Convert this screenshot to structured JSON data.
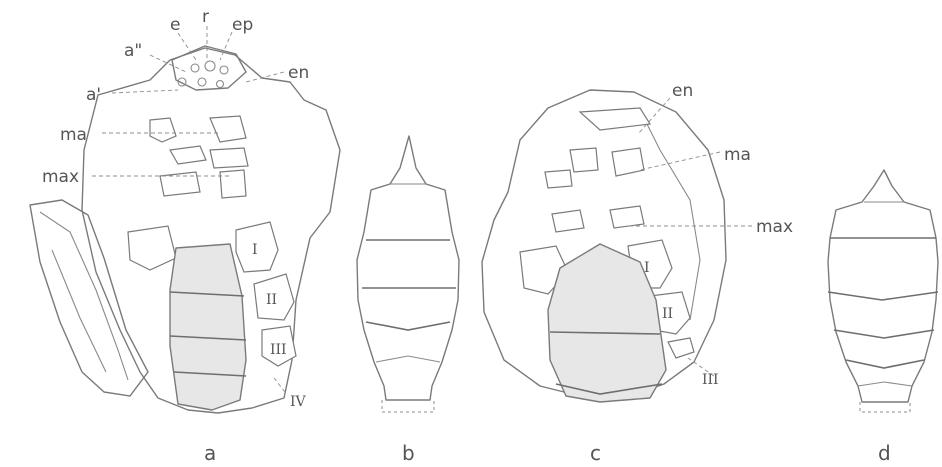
{
  "figure": {
    "panels": [
      {
        "id": "a",
        "caption": "a"
      },
      {
        "id": "b",
        "caption": "b"
      },
      {
        "id": "c",
        "caption": "c"
      },
      {
        "id": "d",
        "caption": "d"
      }
    ],
    "panel_a_labels": {
      "e": "e",
      "r": "r",
      "ep": "ep",
      "a2": "a\"",
      "en": "en",
      "a1": "a'",
      "ma": "ma",
      "max": "max",
      "I": "I",
      "II": "II",
      "III": "III",
      "IV": "IV"
    },
    "panel_c_labels": {
      "en": "en",
      "ma": "ma",
      "max": "max",
      "I": "I",
      "II": "II",
      "III": "III"
    }
  }
}
